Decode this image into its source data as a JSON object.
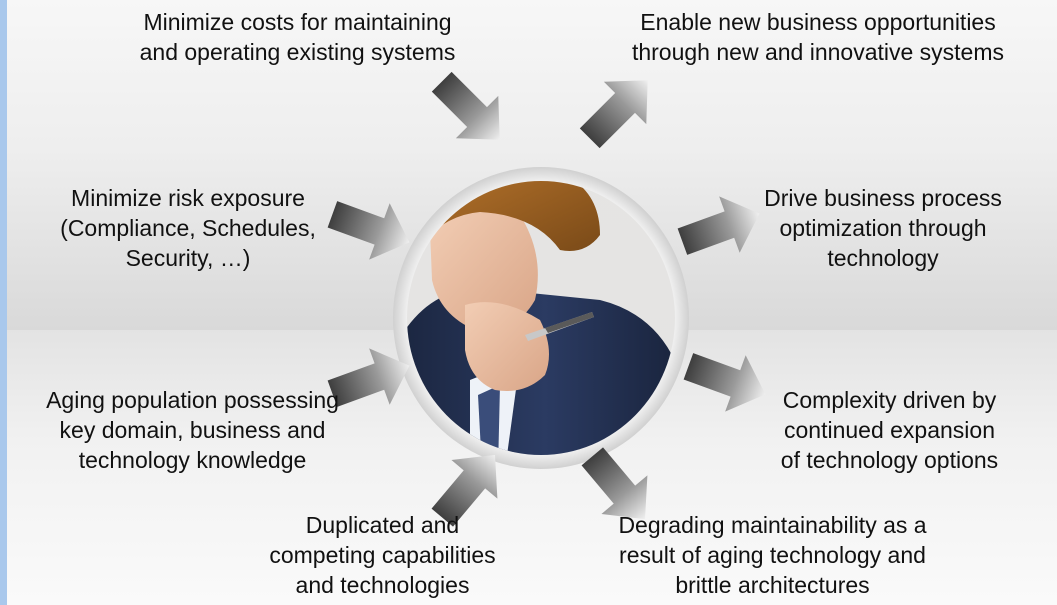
{
  "benefits": [
    "Minimize costs for maintaining and operating existing systems",
    "Enable new business opportunities through new and innovative systems",
    "Minimize risk exposure (Compliance, Schedules, Security, …)",
    "Drive business process optimization through technology"
  ],
  "challenges": [
    "Aging population possessing key domain, business and technology knowledge",
    "Complexity driven by continued expansion of technology options",
    "Duplicated and competing capabilities and technologies",
    "Degrading maintainability as a result of aging technology and brittle architectures"
  ],
  "labels": {
    "top_left": [
      "Minimize costs for maintaining",
      "and operating existing systems"
    ],
    "top_right": [
      "Enable new business opportunities",
      "through new and innovative systems"
    ],
    "mid_left": [
      "Minimize risk exposure",
      "(Compliance, Schedules,",
      "Security, …)"
    ],
    "mid_right": [
      "Drive business process",
      "optimization through",
      "technology"
    ],
    "low_left": [
      "Aging population possessing",
      "key domain, business and",
      "technology knowledge"
    ],
    "low_right": [
      "Complexity driven by",
      "continued expansion",
      "of technology options"
    ],
    "bottom_left": [
      "Duplicated and",
      "competing capabilities",
      "and technologies"
    ],
    "bottom_right": [
      "Degrading maintainability as a",
      "result of aging technology and",
      "brittle architectures"
    ]
  },
  "center_image": "thinking-businessman-photo",
  "colors": {
    "accent_rule": "#a9c8ec",
    "arrow_dark": "#4a4a4a",
    "arrow_light": "#e0e0e0"
  }
}
